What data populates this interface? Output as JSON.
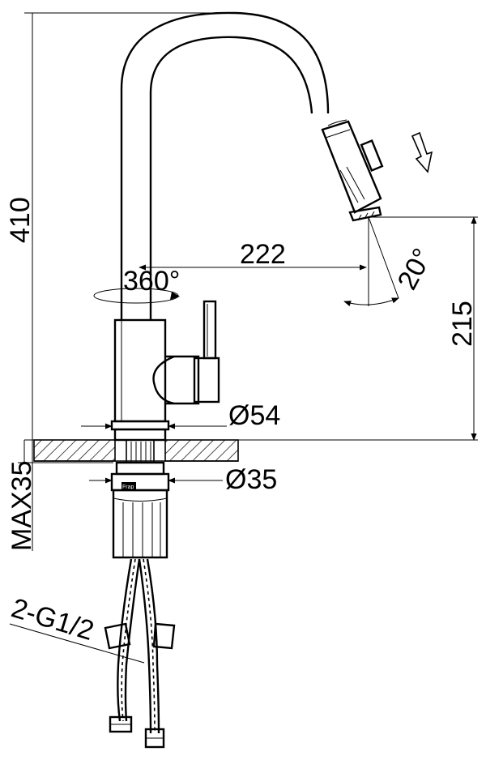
{
  "drawing": {
    "dimensions": {
      "total_height": "410",
      "reach": "222",
      "swivel": "360°",
      "spray_angle": "20°",
      "spout_height": "215",
      "base_diameter": "Ø54",
      "shank_diameter": "Ø35",
      "max_deck_thickness": "MAX35",
      "hose_connection": "2-G1/2"
    },
    "nut_marking": "Frap"
  }
}
